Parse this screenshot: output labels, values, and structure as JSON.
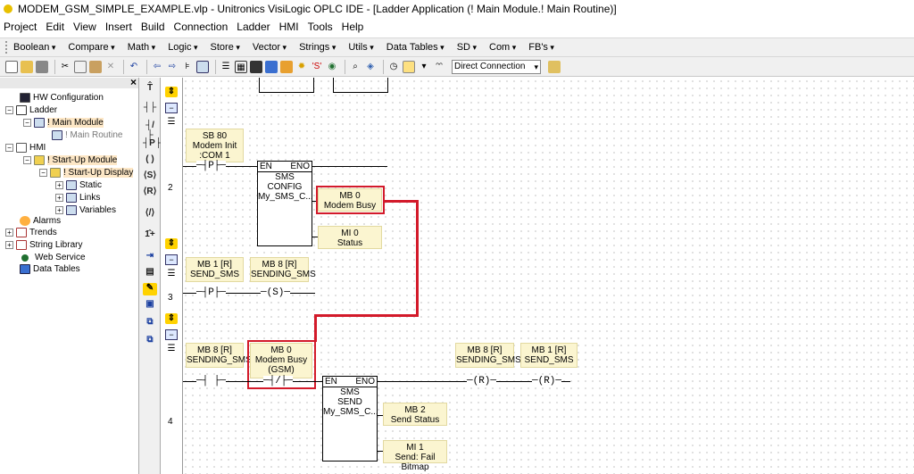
{
  "window": {
    "title": "MODEM_GSM_SIMPLE_EXAMPLE.vlp - Unitronics VisiLogic OPLC IDE - [Ladder Application (! Main Module.! Main Routine)]"
  },
  "menu": [
    "Project",
    "Edit",
    "View",
    "Insert",
    "Build",
    "Connection",
    "Ladder",
    "HMI",
    "Tools",
    "Help"
  ],
  "toolbar1": [
    "Boolean",
    "Compare",
    "Math",
    "Logic",
    "Store",
    "Vector",
    "Strings",
    "Utils",
    "Data Tables",
    "SD",
    "Com",
    "FB's"
  ],
  "toolbar2": {
    "connection": "Direct Connection"
  },
  "tree": {
    "hw_config": "HW Configuration",
    "ladder": "Ladder",
    "main_module": "! Main Module",
    "main_routine": "! Main Routine",
    "hmi": "HMI",
    "startup_module": "! Start-Up Module",
    "startup_display": "! Start-Up Display",
    "static": "Static",
    "links": "Links",
    "variables": "Variables",
    "alarms": "Alarms",
    "trends": "Trends",
    "string_library": "String Library",
    "web_service": "Web Service",
    "data_tables": "Data Tables"
  },
  "rungs": {
    "r2": {
      "num": "2",
      "contact_label": [
        "SB 80",
        "Modem Init",
        ":COM 1"
      ],
      "fb": [
        "SMS",
        "CONFIG",
        "My_SMS_C..."
      ],
      "out1": [
        "MB 0",
        "Modem Busy"
      ],
      "out2": [
        "MI 0",
        "Status"
      ]
    },
    "r3": {
      "num": "3",
      "c1": [
        "MB 1 [R]",
        "SEND_SMS"
      ],
      "c2": [
        "MB 8 [R]",
        "SENDING_SMS"
      ]
    },
    "r4": {
      "num": "4",
      "c1": [
        "MB 8 [R]",
        "SENDING_SMS"
      ],
      "c2": [
        "MB 0",
        "Modem Busy",
        "(GSM)"
      ],
      "fb": [
        "SMS",
        "SEND",
        "My_SMS_C..."
      ],
      "out1": [
        "MB 2",
        "Send Status"
      ],
      "out2": [
        "MI 1",
        "Send: Fail Bitmap"
      ],
      "r1": [
        "MB 8 [R]",
        "SENDING_SMS"
      ],
      "r2": [
        "MB 1 [R]",
        "SEND_SMS"
      ]
    }
  },
  "fb_en": "EN",
  "fb_eno": "ENO",
  "contact_p": "─┤P├─",
  "contact_nc": "─┤/├─",
  "contact_no": "─┤ ├─",
  "coil_s": "─(S)─",
  "coil_r": "─(R)─",
  "colors": {
    "highlight": "#d31a2a",
    "label_bg": "#fbf5d0",
    "tree_highlight": "#fde7c6"
  }
}
